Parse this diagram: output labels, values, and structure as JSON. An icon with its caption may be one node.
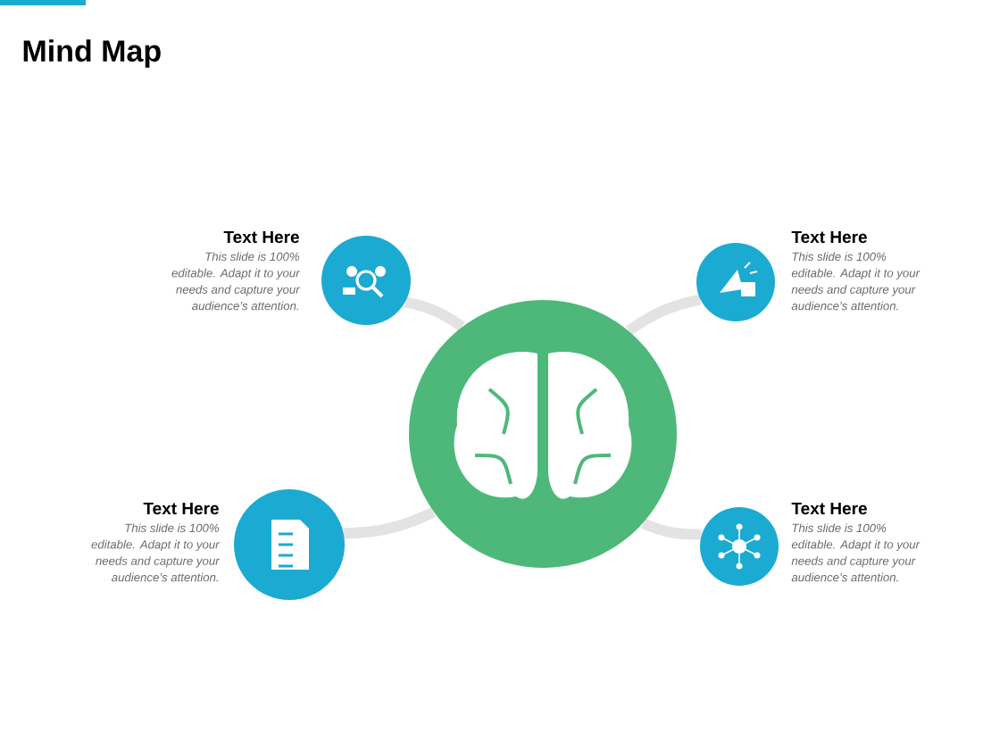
{
  "diagram": {
    "title": "Mind Map",
    "nodes": [
      {
        "text": [],
        "shape": "circle"
      },
      {
        "text": [],
        "shape": "circle",
        "beside": [
          "Text Here",
          "This slide is 100% editable. Adapt it to your needs and capture your audience’s attention."
        ]
      },
      {
        "text": [],
        "shape": "circle",
        "beside": [
          "Text Here",
          "This slide is 100% editable. Adapt it to your needs and capture your audience’s attention."
        ]
      },
      {
        "text": [],
        "shape": "circle",
        "beside": [
          "Text Here",
          "This slide is 100% editable. Adapt it to your needs and capture your audience’s attention."
        ]
      },
      {
        "text": [],
        "shape": "circle",
        "beside": [
          "Text Here",
          "This slide is 100% editable. Adapt it to your needs and capture your audience’s attention."
        ]
      }
    ],
    "edges": [
      {
        "from": 0,
        "to": 1,
        "arrow": "none"
      },
      {
        "from": 0,
        "to": 2,
        "arrow": "none"
      },
      {
        "from": 0,
        "to": 3,
        "arrow": "none"
      },
      {
        "from": 0,
        "to": 4,
        "arrow": "none"
      }
    ]
  }
}
